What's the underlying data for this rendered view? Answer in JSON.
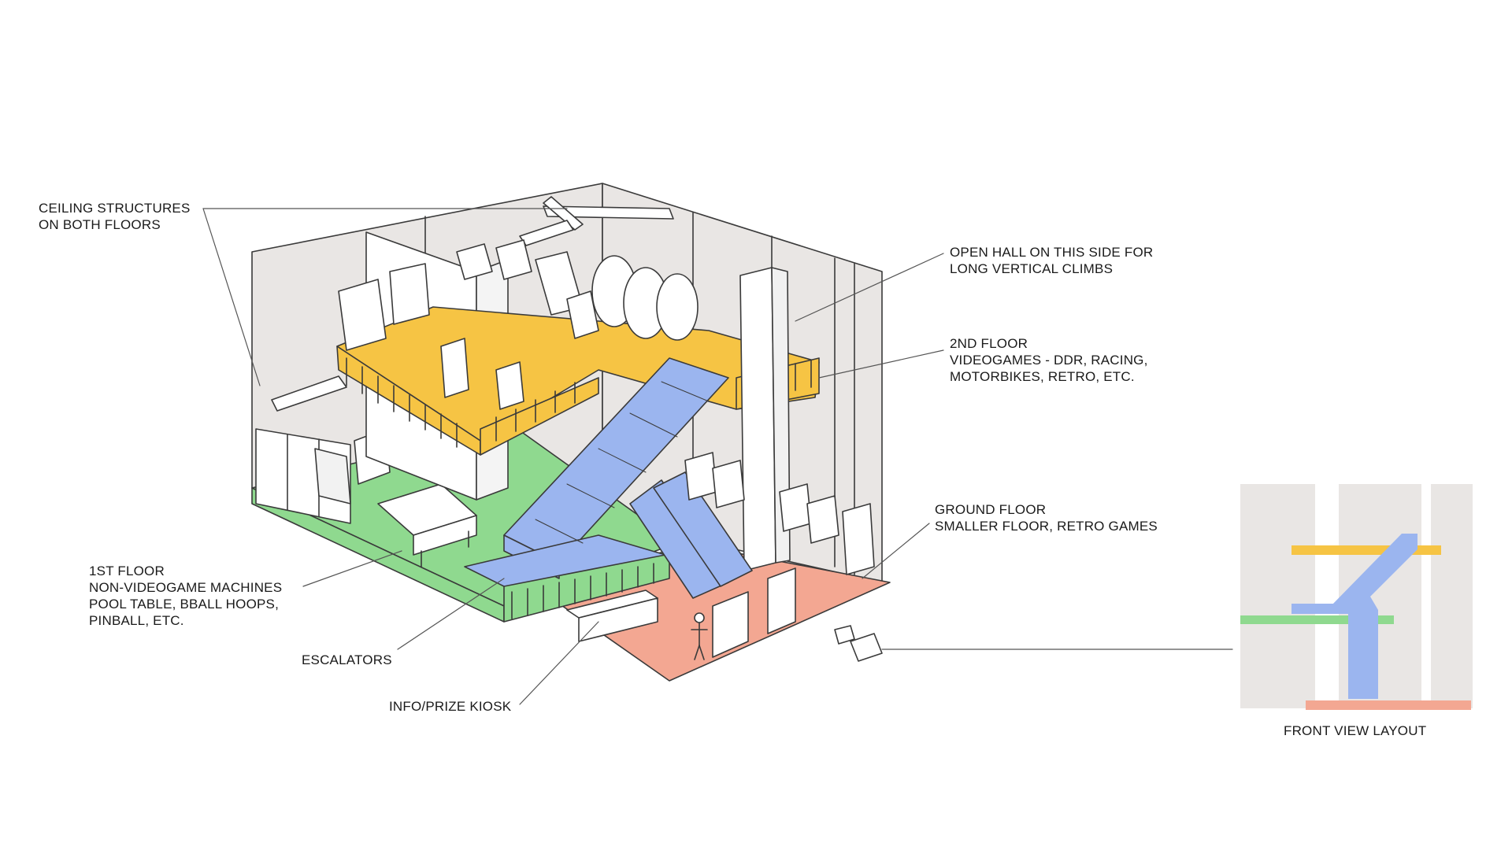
{
  "labels": {
    "ceiling": [
      "CEILING STRUCTURES",
      "ON BOTH FLOORS"
    ],
    "open_hall": [
      "OPEN HALL ON THIS SIDE FOR",
      "LONG VERTICAL CLIMBS"
    ],
    "second_floor": [
      "2ND FLOOR",
      "VIDEOGAMES - DDR, RACING,",
      "MOTORBIKES, RETRO, ETC."
    ],
    "ground_floor": [
      "GROUND FLOOR",
      "SMALLER FLOOR, RETRO GAMES"
    ],
    "first_floor": [
      "1ST FLOOR",
      "NON-VIDEOGAME MACHINES",
      "POOL TABLE, BBALL HOOPS,",
      "PINBALL, ETC."
    ],
    "escalators": "ESCALATORS",
    "kiosk": "INFO/PRIZE KIOSK",
    "front_view": "FRONT VIEW LAYOUT"
  },
  "colors": {
    "second_floor": "#f6c444",
    "first_floor": "#8fd98f",
    "ground_floor": "#f3a792",
    "escalator": "#9bb5ef",
    "wall": "#e9e6e4",
    "line": "#3a3a3a"
  }
}
